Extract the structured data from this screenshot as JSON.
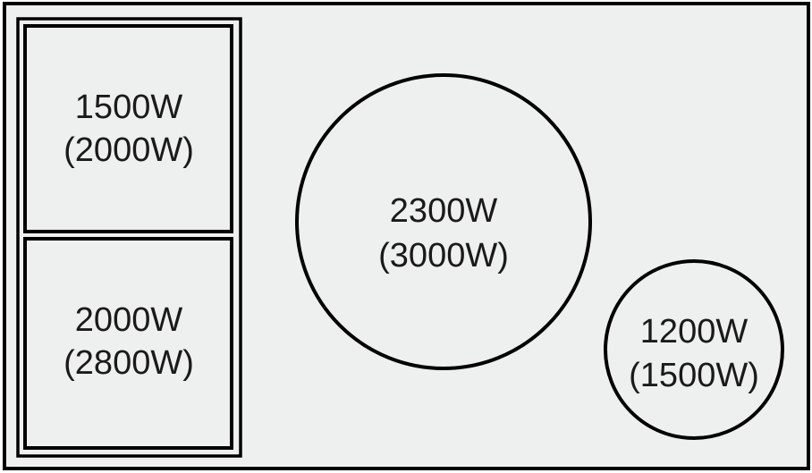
{
  "colors": {
    "surface": "#eef0ef",
    "stroke": "#000000",
    "text": "#1a1a1a"
  },
  "zones": {
    "flex_top": {
      "power": "1500W",
      "boost": "(2000W)"
    },
    "flex_bottom": {
      "power": "2000W",
      "boost": "(2800W)"
    },
    "large_round": {
      "power": "2300W",
      "boost": "(3000W)"
    },
    "small_round": {
      "power": "1200W",
      "boost": "(1500W)"
    }
  }
}
